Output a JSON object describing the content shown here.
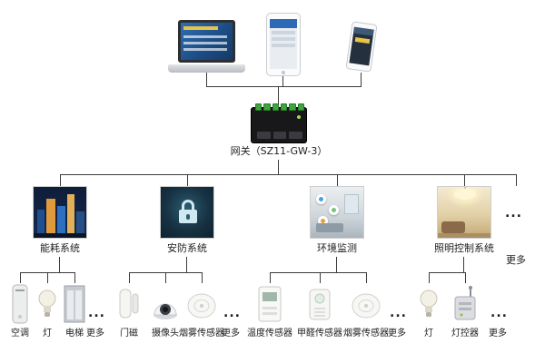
{
  "gateway": {
    "label": "网关（SZ11-GW-3）"
  },
  "more": {
    "dots": "...",
    "label": "更多"
  },
  "systems": [
    {
      "name": "能耗系统",
      "devices": [
        {
          "label": "空调"
        },
        {
          "label": "灯"
        },
        {
          "label": "电梯"
        }
      ],
      "more_dots": "...",
      "more_label": "更多"
    },
    {
      "name": "安防系统",
      "devices": [
        {
          "label": "门磁"
        },
        {
          "label": "摄像头"
        },
        {
          "label": "烟雾传感器"
        }
      ],
      "more_dots": "...",
      "more_label": "更多"
    },
    {
      "name": "环境监测",
      "devices": [
        {
          "label": "温度传感器"
        },
        {
          "label": "甲醛传感器"
        },
        {
          "label": "烟雾传感器"
        }
      ],
      "more_dots": "...",
      "more_label": "更多"
    },
    {
      "name": "照明控制系统",
      "devices": [
        {
          "label": "灯"
        },
        {
          "label": "灯控器"
        }
      ],
      "more_dots": "...",
      "more_label": "更多"
    }
  ],
  "colors": {
    "line": "#3c3c3c",
    "gateway_body": "#18181a",
    "terminal_green": "#3da63d"
  }
}
